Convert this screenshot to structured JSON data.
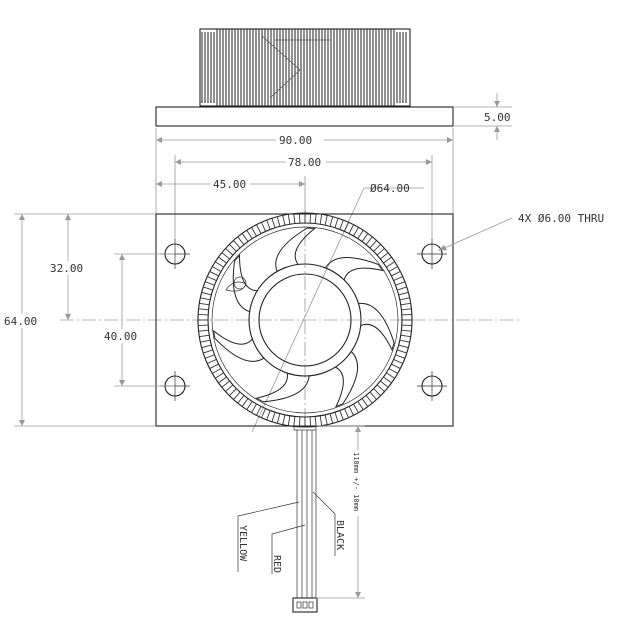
{
  "dimensions": {
    "base_thickness": "5.00",
    "overall_width": "90.00",
    "hole_spacing_x": "78.00",
    "half_width": "45.00",
    "fan_diameter": "Ø64.00",
    "half_height": "32.00",
    "hole_spacing_y": "40.00",
    "overall_height": "64.00",
    "holes_note": "4X  Ø6.00  THRU",
    "cable_length": "110mm +/- 10mm"
  },
  "wires": {
    "yellow": "YELLOW",
    "red": "RED",
    "black": "BLACK"
  }
}
